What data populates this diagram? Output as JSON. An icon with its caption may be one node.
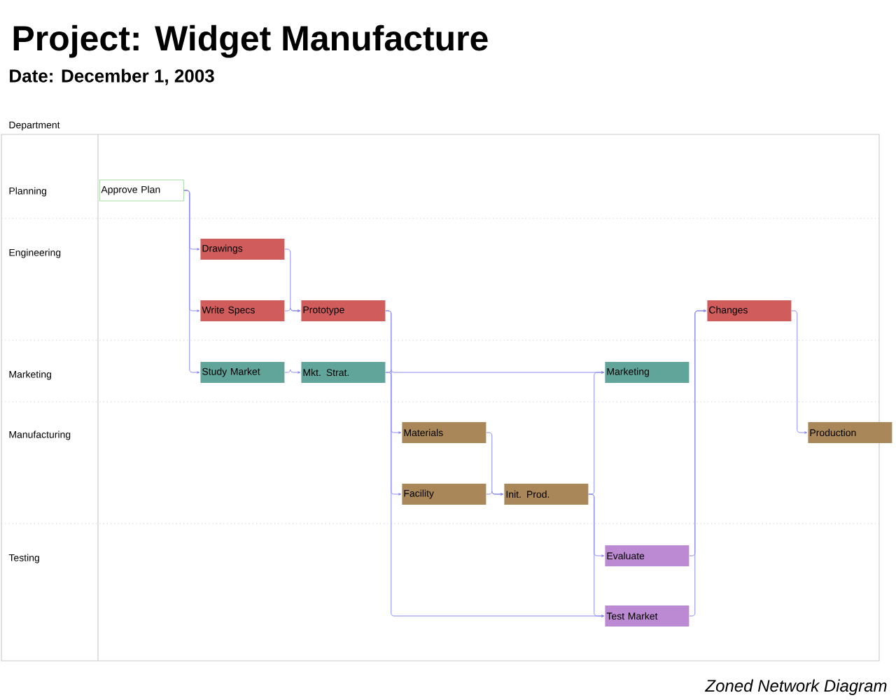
{
  "diagram": {
    "title": "Project: Widget Manufacture",
    "caption": "Zoned Network Diagram",
    "nodes": [
      {
        "text": [
          "Approve Plan"
        ]
      },
      {
        "text": [
          "Drawings"
        ]
      },
      {
        "text": [
          "Write Specs"
        ]
      },
      {
        "text": [
          "Prototype"
        ]
      },
      {
        "text": [
          "Changes"
        ]
      },
      {
        "text": [
          "Study Market"
        ]
      },
      {
        "text": [
          "Mkt. Strat."
        ]
      },
      {
        "text": [
          "Marketing"
        ]
      },
      {
        "text": [
          "Materials"
        ]
      },
      {
        "text": [
          "Production"
        ]
      },
      {
        "text": [
          "Facility"
        ]
      },
      {
        "text": [
          "Init. Prod."
        ]
      },
      {
        "text": [
          "Evaluate"
        ]
      },
      {
        "text": [
          "Test Market"
        ]
      }
    ],
    "edges": [
      {
        "from": 0,
        "to": 1,
        "arrow": "to"
      },
      {
        "from": 0,
        "to": 2,
        "arrow": "to"
      },
      {
        "from": 0,
        "to": 5,
        "arrow": "to"
      },
      {
        "from": 1,
        "to": 3,
        "arrow": "to"
      },
      {
        "from": 2,
        "to": 3,
        "arrow": "to"
      },
      {
        "from": 5,
        "to": 6,
        "arrow": "to"
      },
      {
        "from": 3,
        "to": 8,
        "arrow": "to"
      },
      {
        "from": 3,
        "to": 10,
        "arrow": "to"
      },
      {
        "from": 6,
        "to": 7,
        "arrow": "to"
      },
      {
        "from": 6,
        "to": 13,
        "arrow": "to"
      },
      {
        "from": 8,
        "to": 11,
        "arrow": "to"
      },
      {
        "from": 10,
        "to": 11,
        "arrow": "to"
      },
      {
        "from": 11,
        "to": 7,
        "arrow": "to"
      },
      {
        "from": 11,
        "to": 12,
        "arrow": "to"
      },
      {
        "from": 11,
        "to": 13,
        "arrow": "to"
      },
      {
        "from": 12,
        "to": 4,
        "arrow": "to"
      },
      {
        "from": 13,
        "to": 4,
        "arrow": "to"
      },
      {
        "from": 4,
        "to": 9,
        "arrow": "to"
      }
    ],
    "labels": [
      "Date: December 1, 2003",
      "Department",
      "Planning",
      "Engineering",
      "Marketing",
      "Manufacturing",
      "Testing"
    ]
  }
}
